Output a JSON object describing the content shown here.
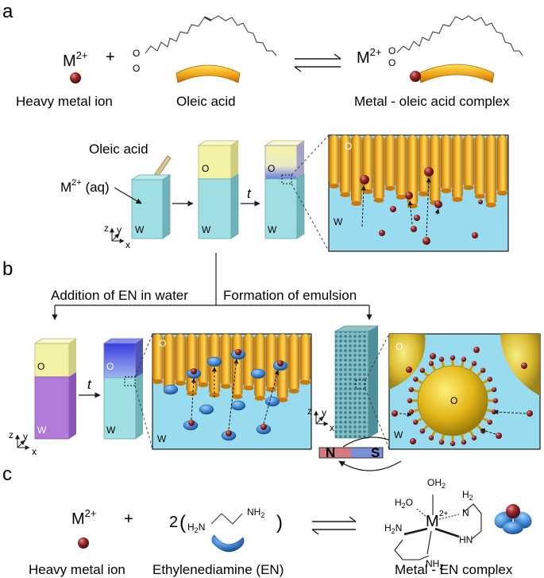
{
  "panels": {
    "a": "a",
    "b": "b",
    "c": "c"
  },
  "row_a": {
    "metal_symbol": "M",
    "metal_charge": "2+",
    "plus": "+",
    "heavy_metal_label": "Heavy metal ion",
    "oleic_acid_label": "Oleic acid",
    "complex_label": "Metal - oleic acid complex",
    "acid_o1": "O",
    "acid_o2": "O",
    "complex_o1": "O",
    "complex_o2": "O"
  },
  "row_b_top": {
    "oleic_acid_label": "Oleic acid",
    "metal_aq_symbol": "M",
    "metal_aq_charge": "2+",
    "metal_aq_suffix": " (aq)",
    "time_label": "t",
    "phase_o": "O",
    "phase_w": "W",
    "axes": {
      "z": "z",
      "y": "y",
      "x": "x"
    }
  },
  "row_b_mid": {
    "left_branch": "Addition of EN in water",
    "right_branch": "Formation of emulsion",
    "time_label": "t",
    "phase_o": "O",
    "phase_w": "W",
    "magnet_n": "N",
    "magnet_s": "S",
    "axes": {
      "z": "z",
      "y": "y",
      "x": "x"
    }
  },
  "row_c": {
    "metal_symbol": "M",
    "metal_charge": "2+",
    "plus": "+",
    "coef": "2",
    "paren_open": "(",
    "paren_close": ")",
    "h2n": "H",
    "h2n_sub": "2",
    "h2n_n": "N",
    "nh2_n": "NH",
    "nh2_sub": "2",
    "heavy_metal_label": "Heavy metal ion",
    "en_label": "Ethylenediamine (EN)",
    "complex_label": "Metal - EN complex",
    "complex_center": "M",
    "complex_charge": "2+",
    "oh2_top": "OH",
    "oh2_top_sub": "2",
    "h2o_left": "H",
    "h2o_left_sub": "2",
    "h2o_left_o": "O",
    "h2n_tr": "H",
    "h2n_tr_sub": "2",
    "n_tr": "N",
    "hn_r": "HN",
    "h2n_l": "H",
    "h2n_l_sub": "2",
    "n_l": "N",
    "nh2_b": "NH",
    "nh2_b_sub": "2"
  },
  "colors": {
    "oil_yellow": "#f2f0a0",
    "water_cyan": "#9fdfe4",
    "water_blue_inset": "#8fd6ee",
    "tube_orange": "#e8930f",
    "metal_red": "#8e2323",
    "en_blue": "#3f86d1",
    "purple": "#b07ad9",
    "emulsion_teal": "#6fb3bd"
  }
}
